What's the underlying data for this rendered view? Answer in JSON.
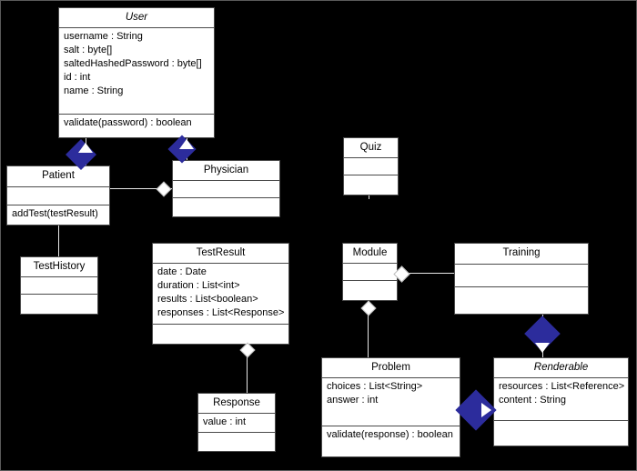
{
  "diagram": {
    "title": "UML Class Diagram",
    "background_color": "#000000",
    "class_fill_color": "#ffffff",
    "generalization_color": "#2c2c9c",
    "classes": [
      {
        "id": "user",
        "name": "User",
        "abstract": true,
        "attributes": [
          "username : String",
          "salt : byte[]",
          "saltedHashedPassword : byte[]",
          "id : int",
          "name : String"
        ],
        "operations": [
          "validate(password) : boolean"
        ]
      },
      {
        "id": "patient",
        "name": "Patient",
        "abstract": false,
        "attributes": [],
        "operations": [
          "addTest(testResult)"
        ]
      },
      {
        "id": "physician",
        "name": "Physician",
        "abstract": false,
        "attributes": [],
        "operations": []
      },
      {
        "id": "quiz",
        "name": "Quiz",
        "abstract": false,
        "attributes": [],
        "operations": []
      },
      {
        "id": "testhistory",
        "name": "TestHistory",
        "abstract": false,
        "attributes": [],
        "operations": []
      },
      {
        "id": "testresult",
        "name": "TestResult",
        "abstract": false,
        "attributes": [
          "date : Date",
          "duration : List<int>",
          "results : List<boolean>",
          "responses : List<Response>"
        ],
        "operations": []
      },
      {
        "id": "module",
        "name": "Module",
        "abstract": false,
        "attributes": [],
        "operations": []
      },
      {
        "id": "training",
        "name": "Training",
        "abstract": false,
        "attributes": [],
        "operations": []
      },
      {
        "id": "response",
        "name": "Response",
        "abstract": false,
        "attributes": [
          "value : int"
        ],
        "operations": []
      },
      {
        "id": "problem",
        "name": "Problem",
        "abstract": false,
        "attributes": [
          "choices : List<String>",
          "answer : int"
        ],
        "operations": [
          "validate(response) : boolean"
        ]
      },
      {
        "id": "renderable",
        "name": "Renderable",
        "abstract": true,
        "attributes": [
          "resources : List<Reference>",
          "content : String"
        ],
        "operations": []
      }
    ],
    "relationships": [
      {
        "type": "generalization",
        "from": "Patient",
        "to": "User"
      },
      {
        "type": "generalization",
        "from": "Physician",
        "to": "User"
      },
      {
        "type": "aggregation",
        "from": "Physician",
        "to": "Patient"
      },
      {
        "type": "aggregation",
        "from": "Patient",
        "to": "TestHistory"
      },
      {
        "type": "aggregation",
        "from": "TestResult",
        "to": "Response"
      },
      {
        "type": "aggregation",
        "from": "Training",
        "to": "Module"
      },
      {
        "type": "aggregation",
        "from": "Module",
        "to": "Problem"
      },
      {
        "type": "generalization",
        "from": "Training",
        "to": "Renderable"
      },
      {
        "type": "generalization",
        "from": "Problem",
        "to": "Renderable"
      }
    ]
  }
}
